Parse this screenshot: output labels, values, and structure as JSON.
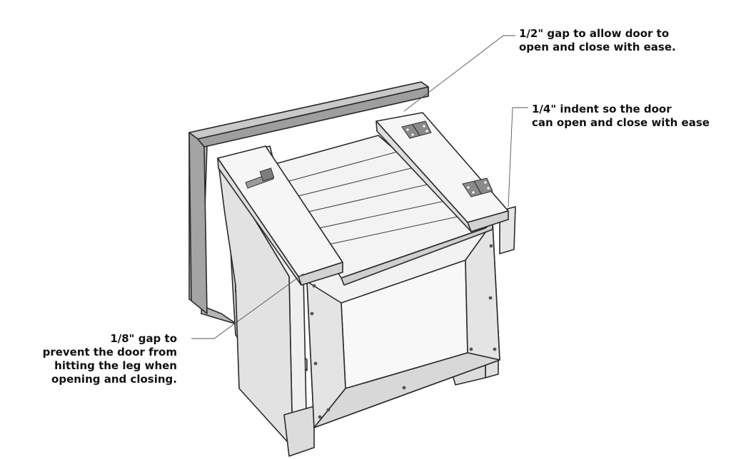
{
  "annotations": {
    "door_gap": {
      "lines": [
        "1/2\" gap to allow door to",
        "open and close with ease."
      ]
    },
    "indent": {
      "lines": [
        "1/4\" indent so the door",
        "can open and close with ease"
      ]
    },
    "leg_gap": {
      "lines": [
        "1/8\" gap to",
        "prevent the door from",
        "hitting the leg when",
        "opening and closing."
      ]
    }
  },
  "colors": {
    "back_panel": "#a9a9a9",
    "wood_light": "#f4f4f4",
    "wood_mid": "#dcdcdc",
    "wood_shadow": "#bdbdbd",
    "hinge": "#8a8a8a",
    "text": "#111111"
  },
  "icons": [
    "hinge-icon",
    "latch-icon",
    "screw-icon"
  ]
}
